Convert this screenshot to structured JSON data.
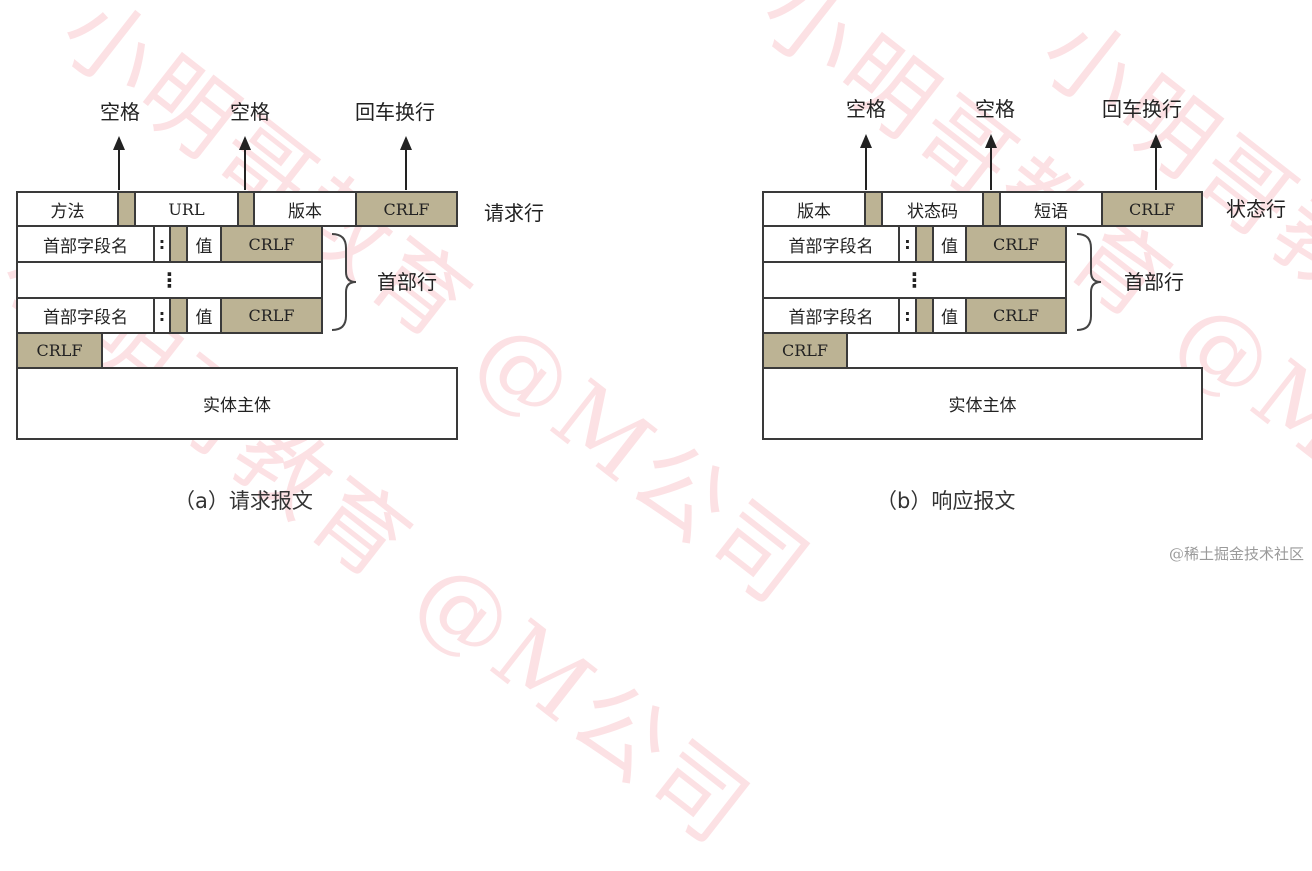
{
  "watermark": {
    "text": "小明哥教育 @M公司",
    "color": "#f07882"
  },
  "colors": {
    "fill": "#bcb394",
    "border": "#3a3a3a",
    "background": "#ffffff"
  },
  "request": {
    "caption": "（a）请求报文",
    "top_labels": [
      "空格",
      "空格",
      "回车换行"
    ],
    "first_line_label": "请求行",
    "first_line": [
      "方法",
      "",
      "URL",
      "",
      "版本",
      "CRLF"
    ],
    "header_label": "首部行",
    "header_rows": [
      {
        "name": "首部字段名",
        "colon": ":",
        "value": "值",
        "crlf": "CRLF"
      },
      {
        "ellipsis": "⋮"
      },
      {
        "name": "首部字段名",
        "colon": ":",
        "value": "值",
        "crlf": "CRLF"
      }
    ],
    "blank_line": "CRLF",
    "body": "实体主体"
  },
  "response": {
    "caption": "（b）响应报文",
    "top_labels": [
      "空格",
      "空格",
      "回车换行"
    ],
    "first_line_label": "状态行",
    "first_line": [
      "版本",
      "",
      "状态码",
      "",
      "短语",
      "CRLF"
    ],
    "header_label": "首部行",
    "header_rows": [
      {
        "name": "首部字段名",
        "colon": ":",
        "value": "值",
        "crlf": "CRLF"
      },
      {
        "ellipsis": "⋮"
      },
      {
        "name": "首部字段名",
        "colon": ":",
        "value": "值",
        "crlf": "CRLF"
      }
    ],
    "blank_line": "CRLF",
    "body": "实体主体"
  },
  "credit": "@稀土掘金技术社区"
}
